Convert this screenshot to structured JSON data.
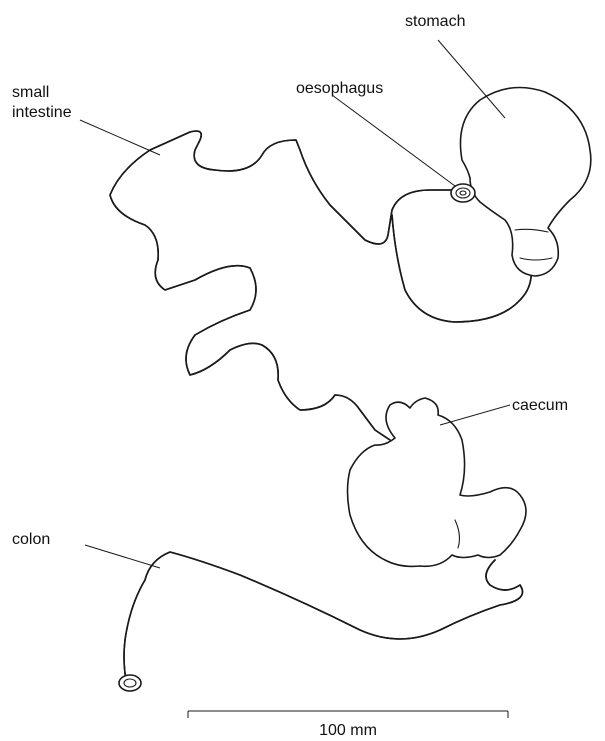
{
  "labels": {
    "stomach": "stomach",
    "oesophagus": "oesophagus",
    "small_intestine_line1": "small",
    "small_intestine_line2": "intestine",
    "caecum": "caecum",
    "colon": "colon"
  },
  "scale_bar": {
    "label": "100 mm"
  }
}
